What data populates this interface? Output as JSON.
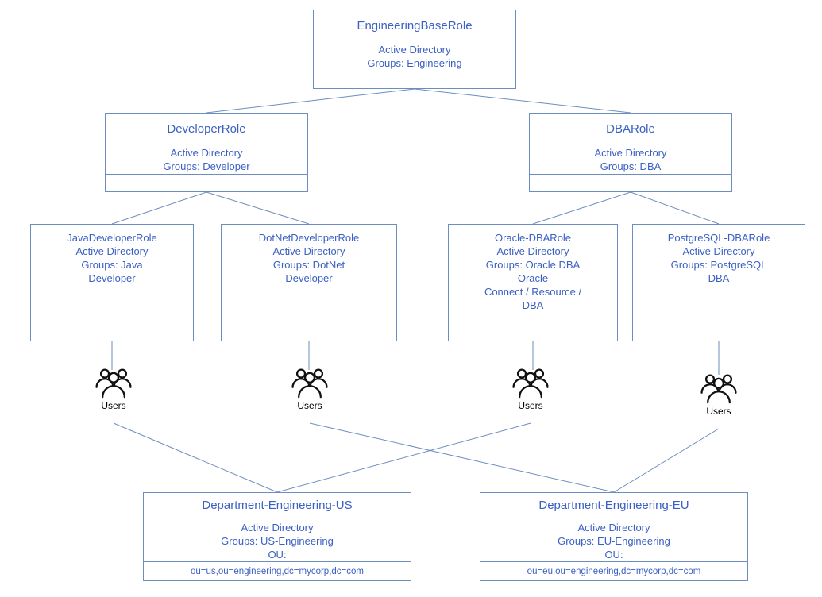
{
  "diagram": {
    "nodes": {
      "engineeringBaseRole": {
        "title": "EngineeringBaseRole",
        "body": "Active Directory\nGroups: Engineering"
      },
      "developerRole": {
        "title": "DeveloperRole",
        "body": "Active Directory\nGroups: Developer"
      },
      "dbaRole": {
        "title": "DBARole",
        "body": "Active Directory\nGroups: DBA"
      },
      "javaDeveloperRole": {
        "title": "JavaDeveloperRole",
        "body": "Active Directory\nGroups: Java\nDeveloper"
      },
      "dotNetDeveloperRole": {
        "title": "DotNetDeveloperRole",
        "body": "Active Directory\nGroups: DotNet\nDeveloper"
      },
      "oracleDbaRole": {
        "title": "Oracle-DBARole",
        "body": "Active Directory\nGroups: Oracle DBA\nOracle\nConnect / Resource /\nDBA"
      },
      "postgresqlDbaRole": {
        "title": "PostgreSQL-DBARole",
        "body": "Active Directory\nGroups: PostgreSQL\nDBA"
      },
      "departmentUs": {
        "title": "Department-Engineering-US",
        "body": "Active Directory\nGroups: US-Engineering\nOU:",
        "footer": "ou=us,ou=engineering,dc=mycorp,dc=com"
      },
      "departmentEu": {
        "title": "Department-Engineering-EU",
        "body": "Active Directory\nGroups: EU-Engineering\nOU:",
        "footer": "ou=eu,ou=engineering,dc=mycorp,dc=com"
      }
    },
    "users_label": "Users",
    "colors": {
      "box_border": "#6c8ebf",
      "box_text": "#3b60c4",
      "connector": "#6c8ebf",
      "icon": "#111111",
      "background": "#ffffff"
    }
  }
}
